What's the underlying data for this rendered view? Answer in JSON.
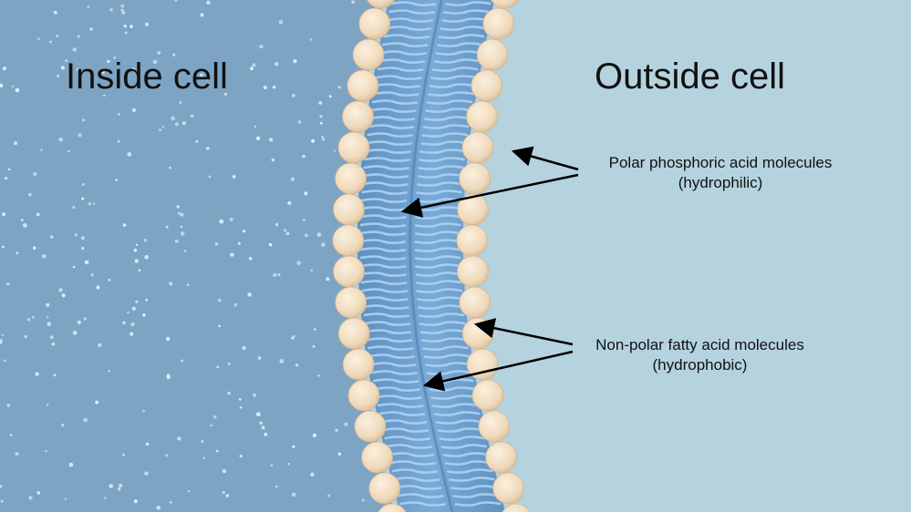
{
  "regions": {
    "inside": "Inside cell",
    "outside": "Outside cell"
  },
  "callouts": {
    "polar": {
      "line1": "Polar phosphoric acid molecules",
      "line2": "(hydrophilic)"
    },
    "nonpolar": {
      "line1": "Non-polar fatty acid molecules",
      "line2": "(hydrophobic)"
    }
  },
  "colors": {
    "inside_fluid": "#7ea4c4",
    "outside_fluid": "#b5d3df",
    "membrane_core": "#6f9cc8",
    "lipid_tail": "#a9d0f0",
    "phosphate_head": "#f1dcc0",
    "particle": "#d9f2f8",
    "arrow": "#000000"
  },
  "icons": {
    "phosphate_head": "phosphate-head-sphere",
    "lipid_tail": "fatty-acid-tail-wave",
    "arrow": "pointer-arrow"
  }
}
